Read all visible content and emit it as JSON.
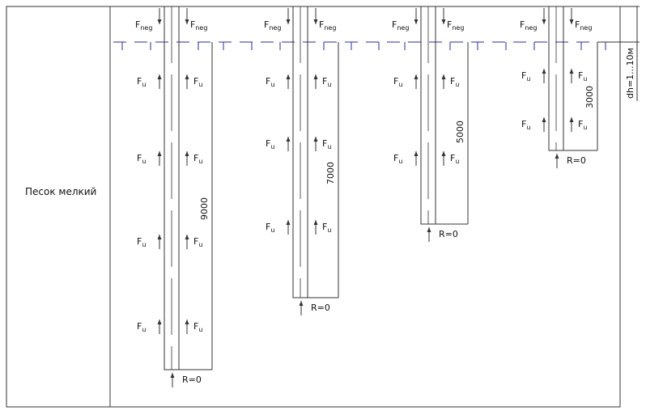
{
  "soil_label": "Песок мелкий",
  "load_labels": {
    "neg_main": "F",
    "neg_sub": "neg",
    "up_main": "F",
    "up_sub": "u",
    "reaction": "R=0"
  },
  "depth_zone_label": "dh=1...10м",
  "piles": [
    {
      "length_label": "9000",
      "uplift_rows": 4
    },
    {
      "length_label": "7000",
      "uplift_rows": 3
    },
    {
      "length_label": "5000",
      "uplift_rows": 2
    },
    {
      "length_label": "3000",
      "uplift_rows": 2
    }
  ],
  "colors": {
    "ground_line": "#2b2b9a",
    "lines": "#333333"
  }
}
